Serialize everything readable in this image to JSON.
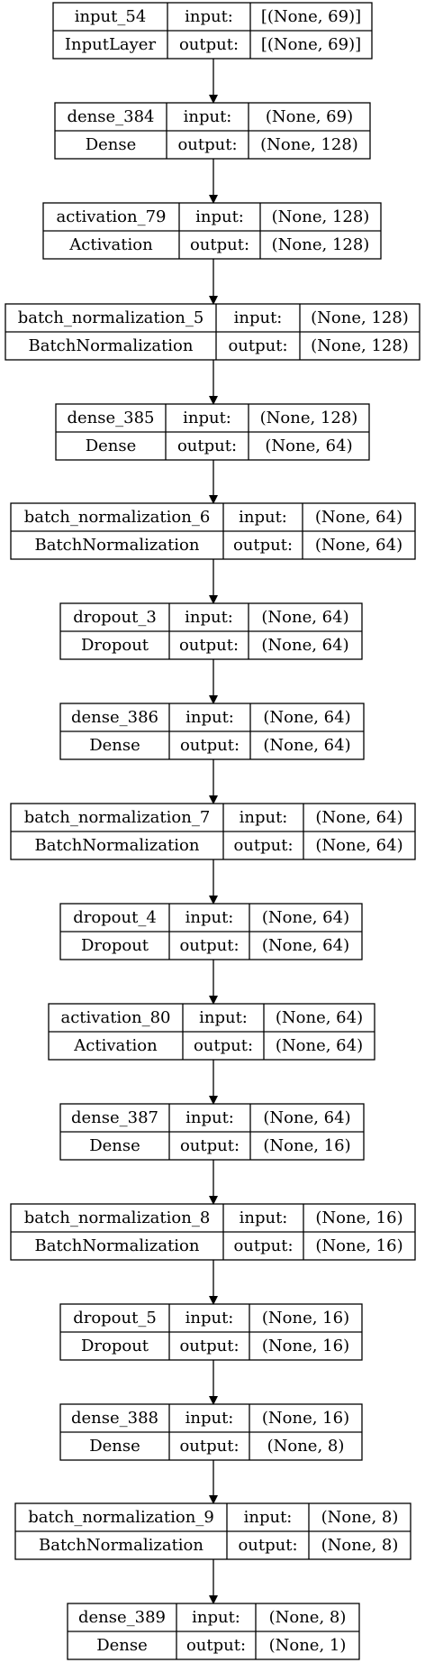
{
  "layers": [
    {
      "name": "input_54",
      "type": "InputLayer",
      "input_label": "input:",
      "output_label": "output:",
      "input_shape": "[(None, 69)]",
      "output_shape": "[(None, 69)]"
    },
    {
      "name": "dense_384",
      "type": "Dense",
      "input_label": "input:",
      "output_label": "output:",
      "input_shape": "(None, 69)",
      "output_shape": "(None, 128)"
    },
    {
      "name": "activation_79",
      "type": "Activation",
      "input_label": "input:",
      "output_label": "output:",
      "input_shape": "(None, 128)",
      "output_shape": "(None, 128)"
    },
    {
      "name": "batch_normalization_5",
      "type": "BatchNormalization",
      "input_label": "input:",
      "output_label": "output:",
      "input_shape": "(None, 128)",
      "output_shape": "(None, 128)"
    },
    {
      "name": "dense_385",
      "type": "Dense",
      "input_label": "input:",
      "output_label": "output:",
      "input_shape": "(None, 128)",
      "output_shape": "(None, 64)"
    },
    {
      "name": "batch_normalization_6",
      "type": "BatchNormalization",
      "input_label": "input:",
      "output_label": "output:",
      "input_shape": "(None, 64)",
      "output_shape": "(None, 64)"
    },
    {
      "name": "dropout_3",
      "type": "Dropout",
      "input_label": "input:",
      "output_label": "output:",
      "input_shape": "(None, 64)",
      "output_shape": "(None, 64)"
    },
    {
      "name": "dense_386",
      "type": "Dense",
      "input_label": "input:",
      "output_label": "output:",
      "input_shape": "(None, 64)",
      "output_shape": "(None, 64)"
    },
    {
      "name": "batch_normalization_7",
      "type": "BatchNormalization",
      "input_label": "input:",
      "output_label": "output:",
      "input_shape": "(None, 64)",
      "output_shape": "(None, 64)"
    },
    {
      "name": "dropout_4",
      "type": "Dropout",
      "input_label": "input:",
      "output_label": "output:",
      "input_shape": "(None, 64)",
      "output_shape": "(None, 64)"
    },
    {
      "name": "activation_80",
      "type": "Activation",
      "input_label": "input:",
      "output_label": "output:",
      "input_shape": "(None, 64)",
      "output_shape": "(None, 64)"
    },
    {
      "name": "dense_387",
      "type": "Dense",
      "input_label": "input:",
      "output_label": "output:",
      "input_shape": "(None, 64)",
      "output_shape": "(None, 16)"
    },
    {
      "name": "batch_normalization_8",
      "type": "BatchNormalization",
      "input_label": "input:",
      "output_label": "output:",
      "input_shape": "(None, 16)",
      "output_shape": "(None, 16)"
    },
    {
      "name": "dropout_5",
      "type": "Dropout",
      "input_label": "input:",
      "output_label": "output:",
      "input_shape": "(None, 16)",
      "output_shape": "(None, 16)"
    },
    {
      "name": "dense_388",
      "type": "Dense",
      "input_label": "input:",
      "output_label": "output:",
      "input_shape": "(None, 16)",
      "output_shape": "(None, 8)"
    },
    {
      "name": "batch_normalization_9",
      "type": "BatchNormalization",
      "input_label": "input:",
      "output_label": "output:",
      "input_shape": "(None, 8)",
      "output_shape": "(None, 8)"
    },
    {
      "name": "dense_389",
      "type": "Dense",
      "input_label": "input:",
      "output_label": "output:",
      "input_shape": "(None, 8)",
      "output_shape": "(None, 1)"
    }
  ]
}
